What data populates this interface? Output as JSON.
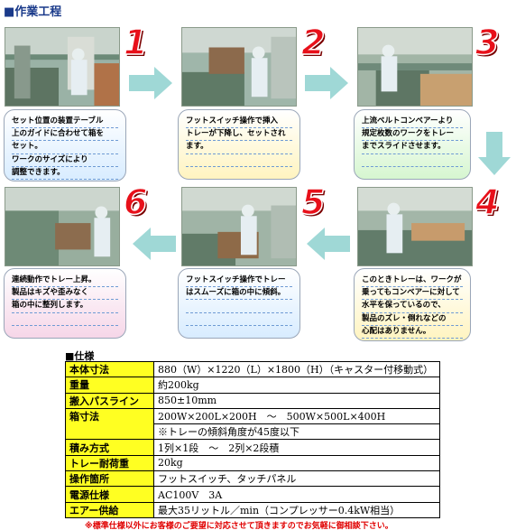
{
  "heading": "■作業工程",
  "colors": {
    "accent_heading": "#1a3a8a",
    "step_number": "#e8101a",
    "arrow": "#9fd8d6",
    "key_cell": "#ffff22",
    "footnote": "#e00000"
  },
  "steps": [
    {
      "number": "1",
      "lines": [
        "セット位置の装置テーブル",
        "上のガイドに合わせて箱を",
        "セット。",
        "ワークのサイズにより",
        "調整できます。"
      ]
    },
    {
      "number": "2",
      "lines": [
        "フットスイッチ操作で挿入",
        "トレーが下降し、セットされ",
        "ます。"
      ]
    },
    {
      "number": "3",
      "lines": [
        "上流ベルトコンベアーより",
        "規定枚数のワークをトレー",
        "までスライドさせます。"
      ]
    },
    {
      "number": "4",
      "lines": [
        "このときトレーは、ワークが",
        "乗ってもコンベアーに対して",
        "水平を保っているので、",
        "製品のズレ・倒れなどの",
        "心配はありません。"
      ]
    },
    {
      "number": "5",
      "lines": [
        "フットスイッチ操作でトレー",
        "はスムーズに箱の中に傾斜。"
      ]
    },
    {
      "number": "6",
      "lines": [
        "連続動作でトレー上昇。",
        "製品はキズや歪みなく",
        "箱の中に整列します。"
      ]
    }
  ],
  "spec": {
    "title": "■仕様",
    "rows": [
      {
        "key": "本体寸法",
        "value": "880（W）×1220（L）×1800（H）（キャスター付移動式）"
      },
      {
        "key": "重量",
        "value": "約200kg"
      },
      {
        "key": "搬入パスライン",
        "value": "850±10mm"
      },
      {
        "key": "箱寸法",
        "value": "200W×200L×200H　～　500W×500L×400H"
      },
      {
        "key": "",
        "value": "※トレーの傾斜角度が45度以下"
      },
      {
        "key": "積み方式",
        "value": "1列×1段　～　2列×2段積"
      },
      {
        "key": "トレー耐荷重",
        "value": "20kg"
      },
      {
        "key": "操作箇所",
        "value": "フットスイッチ、タッチパネル"
      },
      {
        "key": "電源仕様",
        "value": "AC100V　3A"
      },
      {
        "key": "エアー供給",
        "value": "最大35リットル／min（コンプレッサー0.4kW相当）"
      }
    ],
    "footnote": "※標準仕様以外にお客様のご要望に対応させて頂きますのでお気軽に御相談下さい。"
  }
}
